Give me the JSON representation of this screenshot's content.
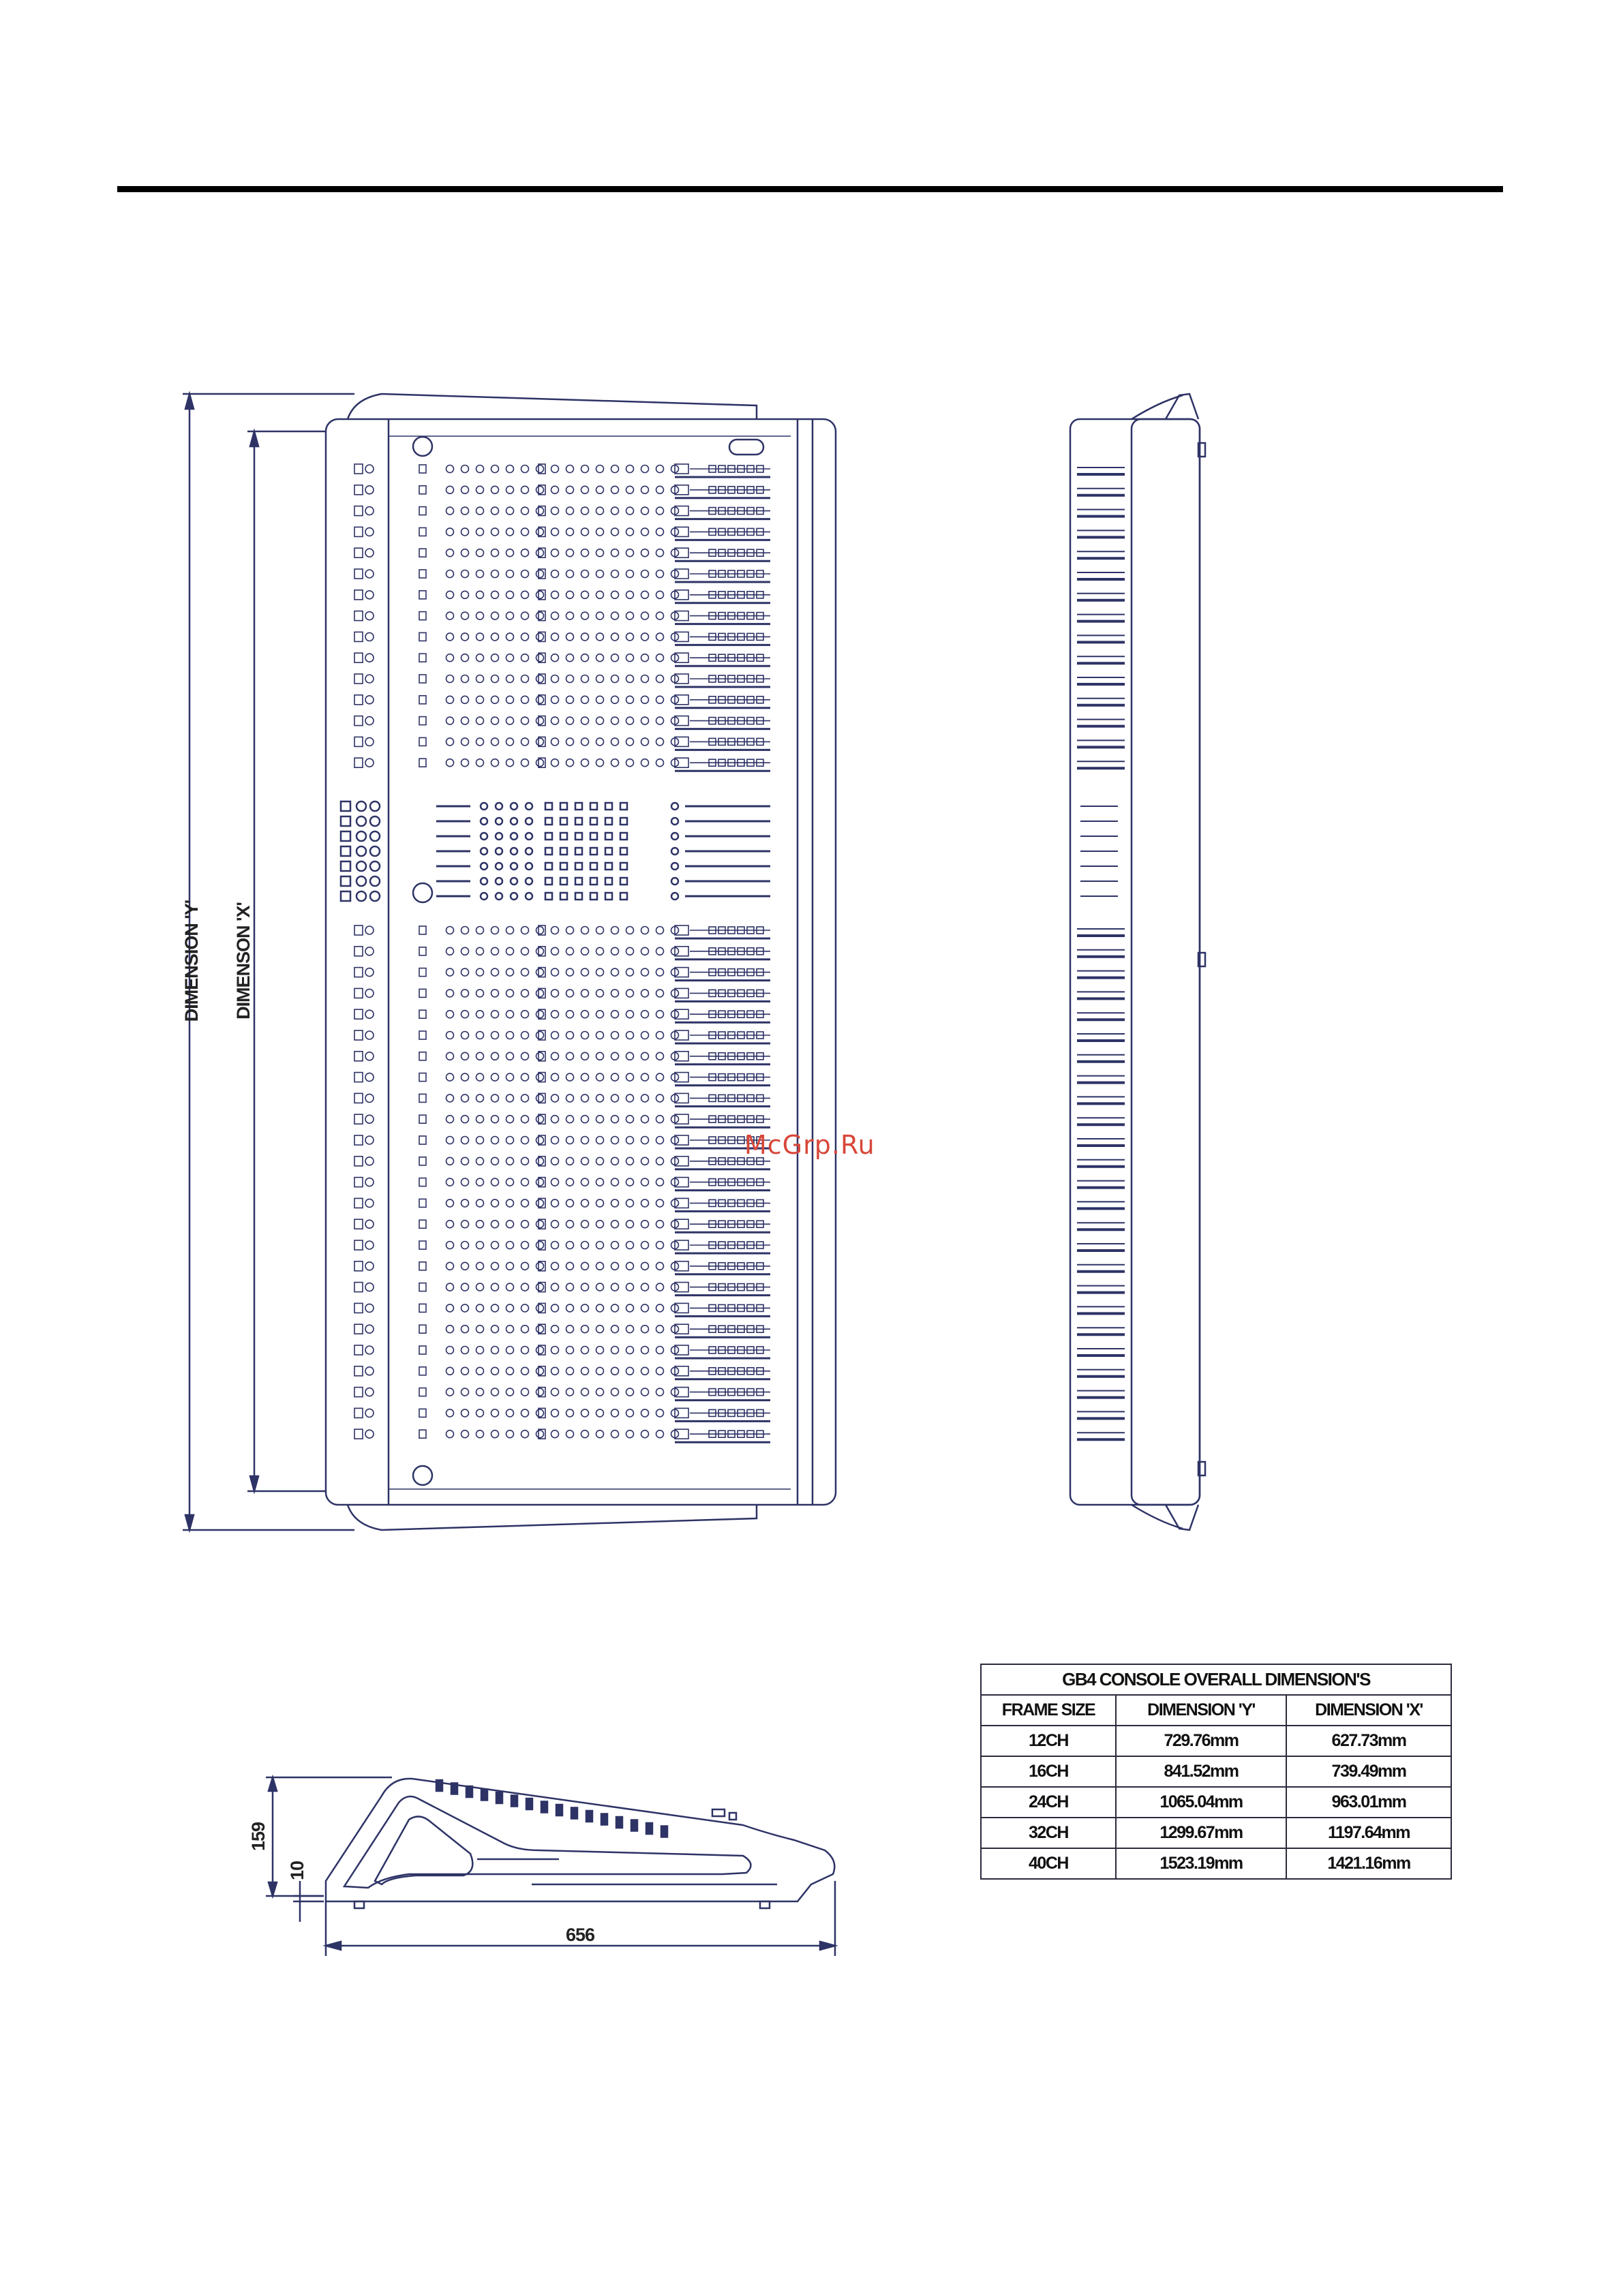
{
  "drawing": {
    "top_view_labels": {
      "dimension_y": "DIMENSION 'Y'",
      "dimension_x": "DIMENSON 'X'"
    },
    "side_view_labels": {
      "height": "159",
      "foot": "10",
      "depth": "656"
    },
    "watermark": "McGrp.Ru",
    "line_color": "#2e3366"
  },
  "table": {
    "title": "GB4 CONSOLE OVERALL DIMENSION'S",
    "headers": [
      "FRAME SIZE",
      "DIMENSION 'Y'",
      "DIMENSION 'X'"
    ],
    "rows": [
      [
        "12CH",
        "729.76mm",
        "627.73mm"
      ],
      [
        "16CH",
        "841.52mm",
        "739.49mm"
      ],
      [
        "24CH",
        "1065.04mm",
        "963.01mm"
      ],
      [
        "32CH",
        "1299.67mm",
        "1197.64mm"
      ],
      [
        "40CH",
        "1523.19mm",
        "1421.16mm"
      ]
    ]
  }
}
